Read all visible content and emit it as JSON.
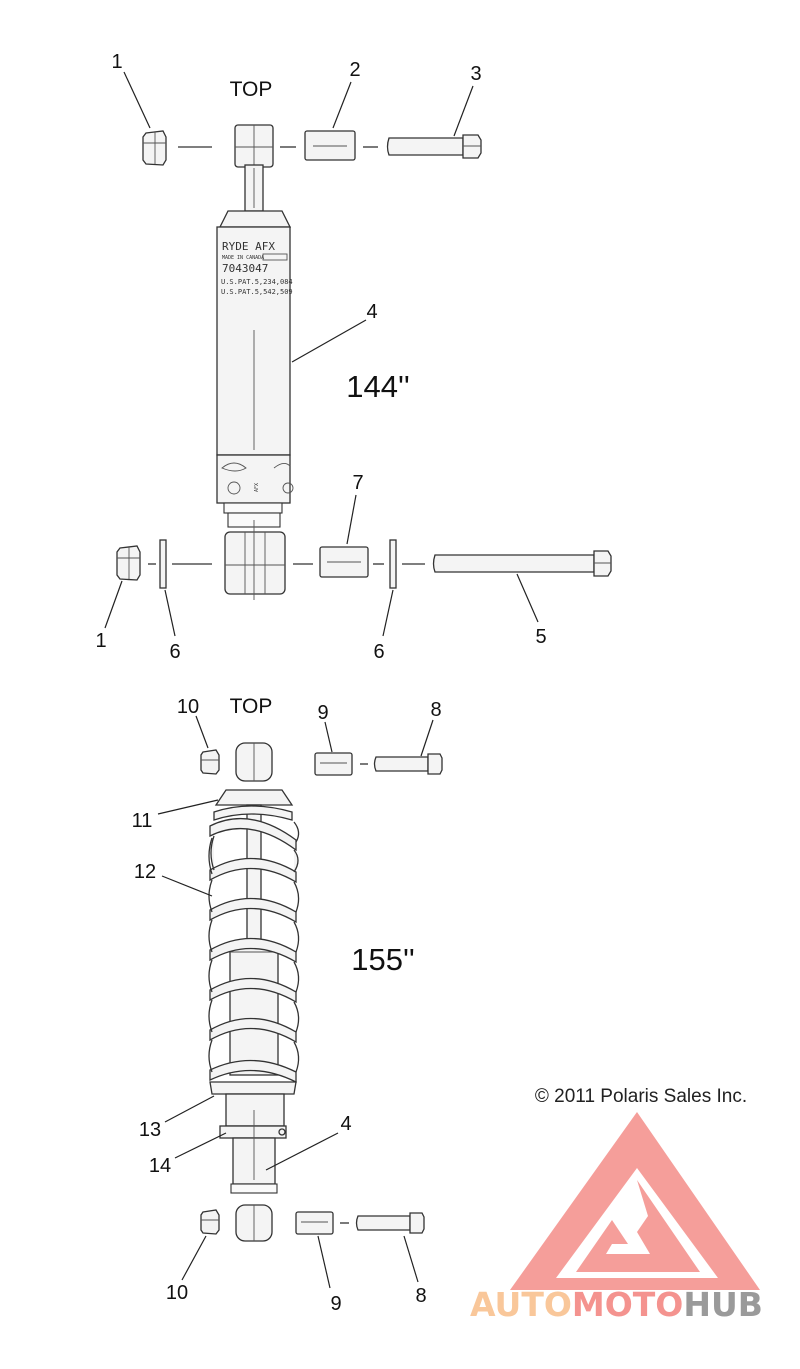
{
  "diagram": {
    "top_labels": [
      "TOP",
      "TOP"
    ],
    "size_labels": [
      "144''",
      "155''"
    ],
    "callouts": {
      "u_nut": "1",
      "u_spacer": "2",
      "u_bolt": "3",
      "u_shock": "4",
      "l_nut": "1",
      "l_washer_left": "6",
      "l_spacer": "7",
      "l_washer_right": "6",
      "l_bolt": "5",
      "c_nut_top": "10",
      "c_spacer_top": "9",
      "c_bolt_top": "8",
      "c_retainer": "11",
      "c_spring": "12",
      "c_seat": "13",
      "c_collar": "14",
      "c_shock": "4",
      "c_nut_bot": "10",
      "c_spacer_bot": "9",
      "c_bolt_bot": "8"
    },
    "shock_label": {
      "brand": "RYDE AFX",
      "made_in": "MADE IN CANADA",
      "part_no": "7043047",
      "pat1": "U.S.PAT.5,234,084",
      "pat2": "U.S.PAT.5,542,509",
      "mark": "AFX"
    },
    "copyright": "© 2011 Polaris Sales Inc."
  },
  "watermark": {
    "parts": [
      "AUTO",
      "MOTO",
      "HUB"
    ],
    "colors": {
      "triangle": "#f4938f",
      "auto": "#f9c79a",
      "moto": "#f4938f",
      "hub": "#9a9a9a"
    }
  }
}
